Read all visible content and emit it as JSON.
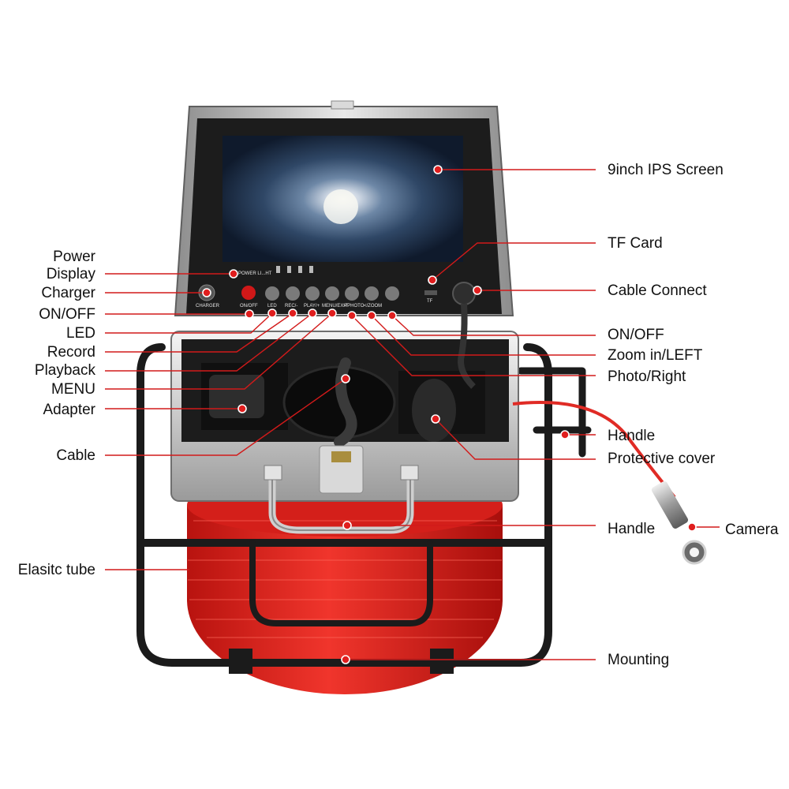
{
  "diagram": {
    "callouts": {
      "screen": "9inch IPS Screen",
      "tf_card": "TF Card",
      "cable_connect": "Cable Connect",
      "onoff_right": "ON/OFF",
      "zoom_left": "Zoom in/LEFT",
      "photo_right": "Photo/Right",
      "handle_right": "Handle",
      "protective_cover": "Protective cover",
      "handle_center": "Handle",
      "camera": "Camera",
      "mounting": "Mounting",
      "power_display_1": "Power",
      "power_display_2": "Display",
      "charger": "Charger",
      "onoff_left": "ON/OFF",
      "led": "LED",
      "record": "Record",
      "playback": "Playback",
      "menu": "MENU",
      "adapter": "Adapter",
      "cable": "Cable",
      "elastic_tube": "Elasitc tube"
    },
    "panel_labels": {
      "power_light": "POWER LI...HT",
      "charger": "CHARGER",
      "onoff": "ON/OFF",
      "led": "LED",
      "rec": "REC/-",
      "play": "PLAY/+",
      "menu": "MENU/EXIT",
      "photo": ">/PHOTO",
      "zoom": "</ZOOM",
      "tf": "TF"
    },
    "colors": {
      "accent": "#e01e1e",
      "reel": "#e0231f",
      "frame": "#1a1a1a",
      "case": "#c8c8c8",
      "screen_bezel": "#1c1c1c"
    }
  }
}
